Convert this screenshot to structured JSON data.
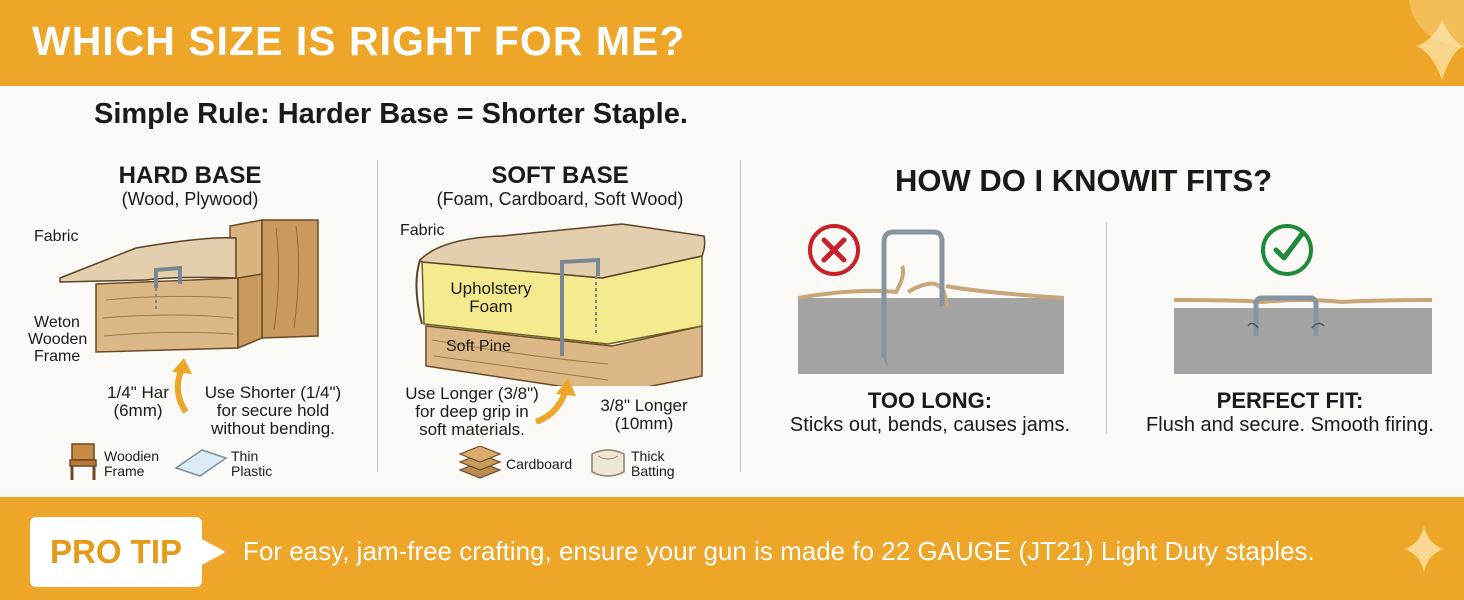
{
  "header": {
    "title": "WHICH SIZE IS RIGHT FOR ME?"
  },
  "rule": "Simple Rule: Harder Base = Shorter Staple.",
  "hard_base": {
    "title": "HARD BASE",
    "subtitle": "(Wood, Plywood)",
    "fabric_label": "Fabric",
    "frame_label_1": "Weton",
    "frame_label_2": "Wooden",
    "frame_label_3": "Frame",
    "size_line_1": "1/4\" Har",
    "size_line_2": "(6mm)",
    "advice_line_1": "Use Shorter (1/4\")",
    "advice_line_2": "for secure hold",
    "advice_line_3": "without bending.",
    "icon1_line_1": "Woodien",
    "icon1_line_2": "Frame",
    "icon2_line_1": "Thin",
    "icon2_line_2": "Plastic"
  },
  "soft_base": {
    "title": "SOFT BASE",
    "subtitle": "(Foam, Cardboard, Soft Wood)",
    "fabric_label": "Fabric",
    "foam_line_1": "Upholstery",
    "foam_line_2": "Foam",
    "pine_label": "Soft Pine",
    "advice_line_1": "Use Longer (3/8\")",
    "advice_line_2": "for deep grip in",
    "advice_line_3": "soft materials.",
    "size_line_1": "3/8\" Longer",
    "size_line_2": "(10mm)",
    "icon1_label": "Cardboard",
    "icon2_line_1": "Thick",
    "icon2_line_2": "Batting"
  },
  "fit": {
    "title": "HOW DO I KNOWIT FITS?",
    "bad_title": "TOO LONG:",
    "bad_desc": "Sticks out, bends, causes jams.",
    "good_title": "PERFECT FIT:",
    "good_desc": "Flush and secure. Smooth firing."
  },
  "footer": {
    "tip_label": "PRO TIP",
    "tip_text": "For easy, jam-free crafting, ensure your gun is made fo 22 GAUGE (JT21) Light Duty staples."
  },
  "colors": {
    "accent": "#eda627",
    "bad": "#c8202a",
    "good": "#1f8a3c",
    "foam": "#f5ea8d",
    "wood": "#d9b47e"
  }
}
